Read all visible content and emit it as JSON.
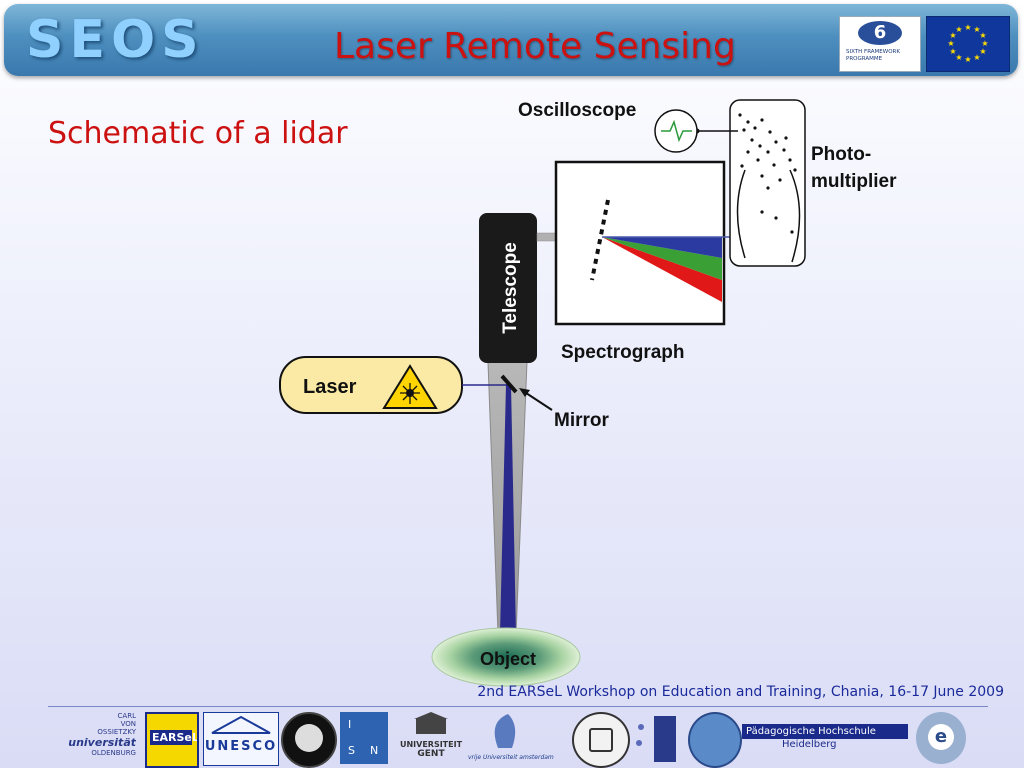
{
  "header": {
    "logo_text": "SEOS",
    "title": "Laser Remote Sensing",
    "fp6_text": "SIXTH FRAMEWORK PROGRAMME"
  },
  "subtitle": "Schematic of a lidar",
  "diagram": {
    "oscilloscope_label": "Oscilloscope",
    "photomultiplier_label_line1": "Photo-",
    "photomultiplier_label_line2": "multiplier",
    "telescope_label": "Telescope",
    "spectrograph_label": "Spectrograph",
    "laser_label": "Laser",
    "mirror_label": "Mirror",
    "object_label": "Object"
  },
  "footer": {
    "text": "2nd EARSeL Workshop on Education and Training, Chania, 16-17 June 2009"
  },
  "partner_logos": {
    "oldenburg_line1": "CARL",
    "oldenburg_line2": "VON",
    "oldenburg_line3": "OSSIETZKY",
    "oldenburg_line4": "universität",
    "oldenburg_line5": "OLDENBURG",
    "earsel": "EARSeL",
    "unesco": "UNESCO",
    "isn_1": "I",
    "isn_2": "S",
    "isn_3": "N",
    "gent_line1": "UNIVERSITEIT",
    "gent_line2": "GENT",
    "vu": "vrije Universiteit amsterdam",
    "heidelberg_line1": "Pädagogische Hochschule",
    "heidelberg_line2": "Heidelberg"
  },
  "colors": {
    "title_red": "#cc1111",
    "footer_blue": "#1a2a9a",
    "header_blue": "#3a78ad"
  }
}
